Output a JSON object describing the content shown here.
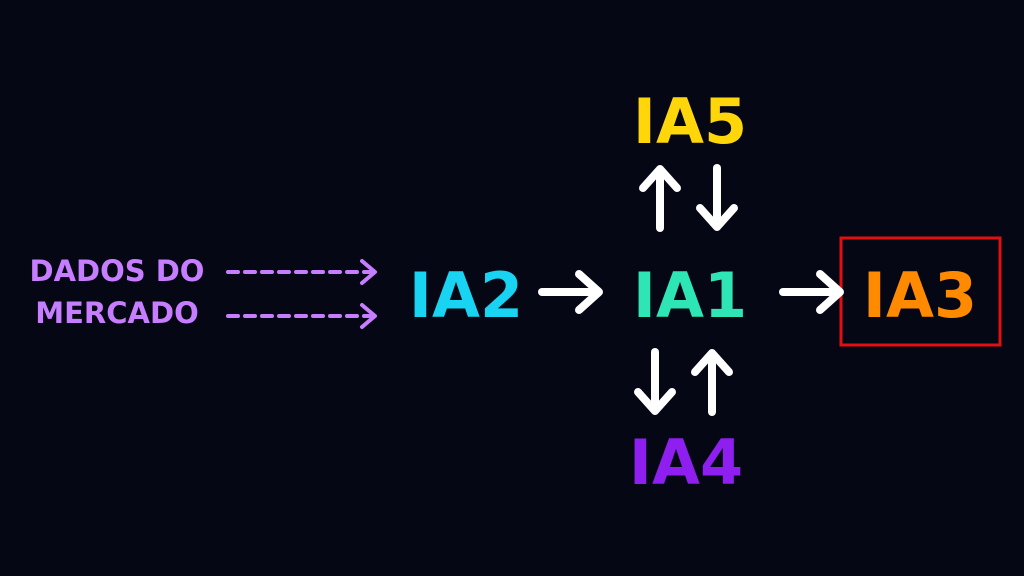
{
  "source": {
    "line1": "DADOS DO",
    "line2": "MERCADO"
  },
  "nodes": {
    "ia2": {
      "label": "IA2"
    },
    "ia1": {
      "label": "IA1"
    },
    "ia3": {
      "label": "IA3"
    },
    "ia4": {
      "label": "IA4"
    },
    "ia5": {
      "label": "IA5"
    }
  },
  "colors": {
    "background": "#050814",
    "source": "#c77dff",
    "ia1": "#2ee6b5",
    "ia2": "#18d4f2",
    "ia3": "#ff8a00",
    "ia4": "#8f1ff0",
    "ia5": "#ffd60a",
    "arrows": "#ffffff",
    "highlight_box": "#e01010"
  }
}
